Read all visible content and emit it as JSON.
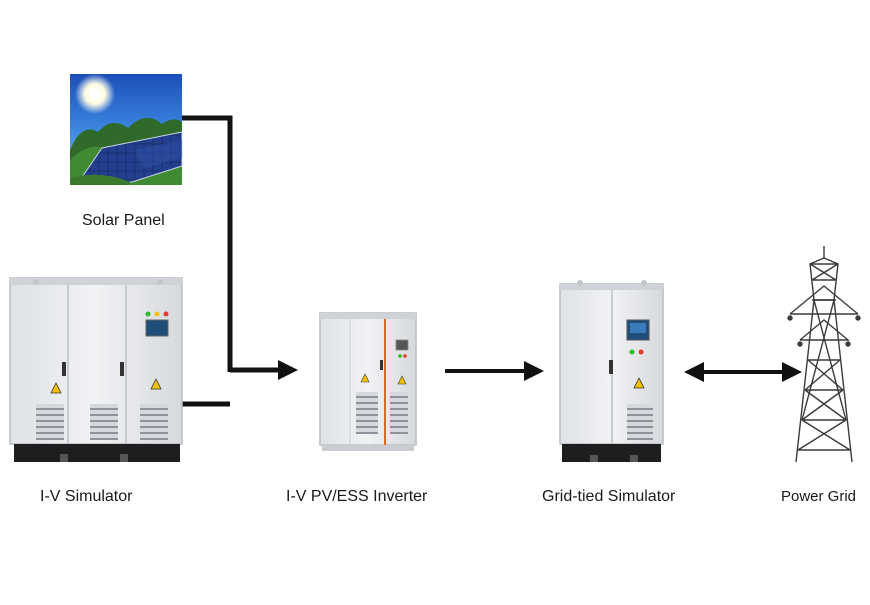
{
  "diagram": {
    "nodes": [
      {
        "id": "solar",
        "label": "Solar Panel",
        "icon": "solar-panel-photo"
      },
      {
        "id": "iv-sim",
        "label": "I-V Simulator",
        "icon": "cabinet-icon"
      },
      {
        "id": "inverter",
        "label": "I-V PV/ESS Inverter",
        "icon": "inverter-icon"
      },
      {
        "id": "grid-sim",
        "label": "Grid-tied Simulator",
        "icon": "cabinet-icon"
      },
      {
        "id": "grid",
        "label": "Power Grid",
        "icon": "transmission-tower-icon"
      }
    ],
    "edges": [
      {
        "from": "solar",
        "to": "inverter",
        "direction": "forward"
      },
      {
        "from": "iv-sim",
        "to": "inverter",
        "direction": "forward"
      },
      {
        "from": "inverter",
        "to": "grid-sim",
        "direction": "forward"
      },
      {
        "from": "grid-sim",
        "to": "grid",
        "direction": "bidirectional"
      }
    ],
    "colors": {
      "line": "#111111",
      "cabinet": "#e9ebee",
      "cabinet_edge": "#b9bec4",
      "base": "#1e1e1e",
      "accent_orange": "#e2662a",
      "screen": "#1f4e7a",
      "warning": "#f2c200"
    }
  }
}
